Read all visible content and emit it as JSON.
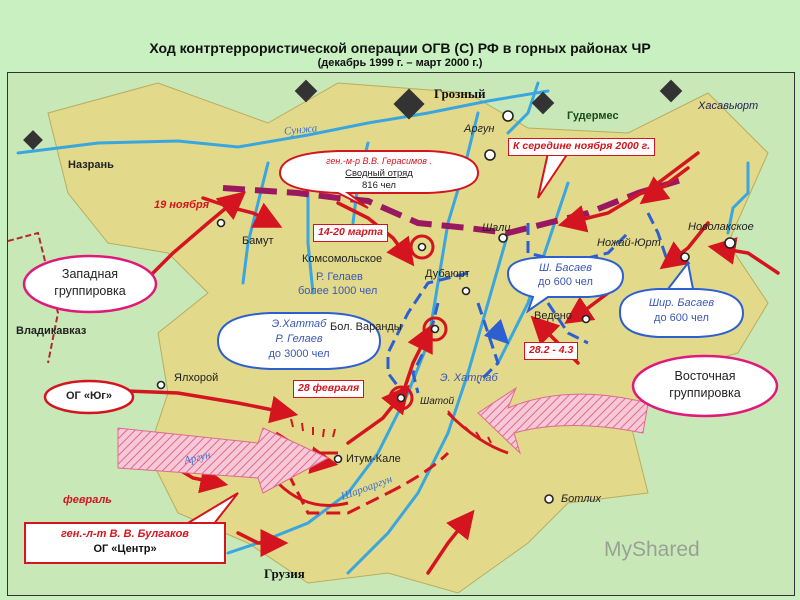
{
  "title": "Ход  контртеррористической операции ОГВ (С) РФ в горных районах ЧР",
  "subtitle": "(декабрь 1999 г. – март 2000 г.)",
  "places": {
    "grozny": "Грозный",
    "gudermes": "Гудермес",
    "khasavyurt": "Хасавьюрт",
    "argun_town": "Аргун",
    "nazran": "Назрань",
    "shali": "Шали",
    "novolakskoe": "Новолакское",
    "nozhai_yurt": "Ножай-Юрт",
    "bamut": "Бамут",
    "komsomolskoe": "Комсомольское",
    "dubayurt": "Дубаюрт",
    "vedeno": "Ведено",
    "bol_varandy": "Бол. Варанды",
    "yalkhoroy": "Ялхорой",
    "shatoy": "Шатой",
    "itum_kale": "Итум-Кале",
    "botlikh": "Ботлих",
    "vladikavkaz": "Владикавказ",
    "georgia": "Грузия"
  },
  "rivers": {
    "sunzha": "Сунжа",
    "argun": "Аргун",
    "sharoargun": "Шароаргун"
  },
  "events": {
    "nov19": "19 ноября",
    "mar14_20": "14-20 марта",
    "feb28": "28 февраля",
    "feb28_mar4": "28.2 - 4.3",
    "nov2000": "К середине ноября 2000 г.",
    "february": "февраль"
  },
  "enemy": {
    "gelaev_line1": "Р. Гелаев",
    "gelaev_line2": "более 1000 чел",
    "khattab_map": "Э. Хаттаб"
  },
  "callouts": {
    "gerasimov": {
      "line1": "ген.-м-р В.В. Герасимов .",
      "line2": "Сводный отряд",
      "line3": "816 чел"
    },
    "basaev": {
      "line1": "Ш. Басаев",
      "line2": "до 600 чел"
    },
    "shir_basaev": {
      "line1": "Шир. Басаев",
      "line2": "до 600 чел"
    },
    "khattab": {
      "line1": "Э.Хаттаб",
      "line2": "Р. Гелаев",
      "line3": "до 3000 чел"
    },
    "west_group": {
      "line1": "Западная",
      "line2": "группировка"
    },
    "east_group": {
      "line1": "Восточная",
      "line2": "группировка"
    },
    "og_yug": "ОГ «Юг»",
    "bulgakov": {
      "line1": "ген.-л-т В. В. Булгаков",
      "line2": "ОГ «Центр»"
    }
  },
  "watermark": "MyShared",
  "colors": {
    "attack": "#d4141e",
    "defense": "#2d5fd0",
    "river": "#3aa6e0",
    "mountains": "#e2d98a"
  }
}
